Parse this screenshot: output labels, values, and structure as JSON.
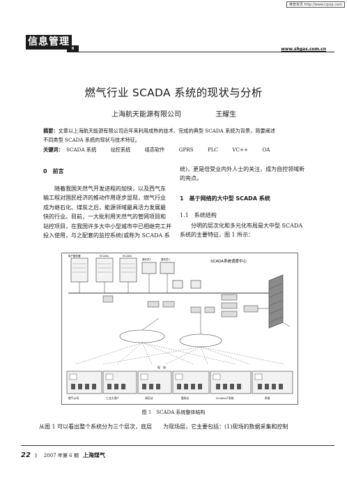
{
  "stamp": "维普资讯 http://www.cqvip.com",
  "column": {
    "label": "信息管理",
    "sub": "Ⅱ"
  },
  "website": "www.shgas.com.cn",
  "title": "燃气行业 SCADA 系统的现状与分析",
  "company": "上海航天能源有限公司",
  "author": "王耀生",
  "abstract_label": "摘要：",
  "abstract_line1": "文章以上海航天能源有限公司近年来利用成熟的技术、完成的典型 SCADA 系统为背景，简要阐述",
  "abstract_line2": "不同类型 SCADA 系统的现状与技术特征。",
  "keywords_label": "关键词：",
  "keywords": [
    "SCADA 系统",
    "站控系统",
    "组态软件",
    "GPRS",
    "PLC",
    "VC++",
    "OA"
  ],
  "sec0": "0　前言",
  "left_para": [
    "随着我国天然气开发进程的加快，以及西气东",
    "输工程对国民经济的推动作用逐步显现，燃气行业",
    "成为继石化、煤炭之后，能源领域最具活力发展最",
    "快的行业。目前，一大批利用天然气的管网项目和",
    "站控项目，在我国许多大中小型城市中已相继完工并",
    "投入使用，与之配套的监控系统(或称为 SCADA 系"
  ],
  "right_para1": [
    "统)，更是倍受业内外人士的关注，成为自控领域新",
    "的亮点。"
  ],
  "sec1": "1　基于网络的大中型 SCADA 系统",
  "sec11": "1.1　系统结构",
  "right_para2": [
    "分明的层次化和多元化布局是大中型 SCADA",
    "系统的主要特征，图 1 所示："
  ],
  "figure": {
    "center_label": "SCADA系统调度中心",
    "top_labels": [
      "用户服务器",
      "SCADA",
      "SCADA",
      "操作员1",
      "操作员2"
    ],
    "field_label": "现　场",
    "bottom_labels": [
      "燃气公司",
      "工业大用户",
      "调压站",
      "管网点",
      "SCADA子系统",
      "桥梁"
    ]
  },
  "caption": "图 1　SCADA 系统整体结构",
  "bottom_line": "从图 1 可以看出整个系统分为三个层次，底层　　为现场层，它主要包括：(1)现场的数据采集和控制",
  "footer": {
    "page": "22",
    "sep": "》",
    "issue": "2007 年第 6 期",
    "magazine": "上海煤气"
  }
}
